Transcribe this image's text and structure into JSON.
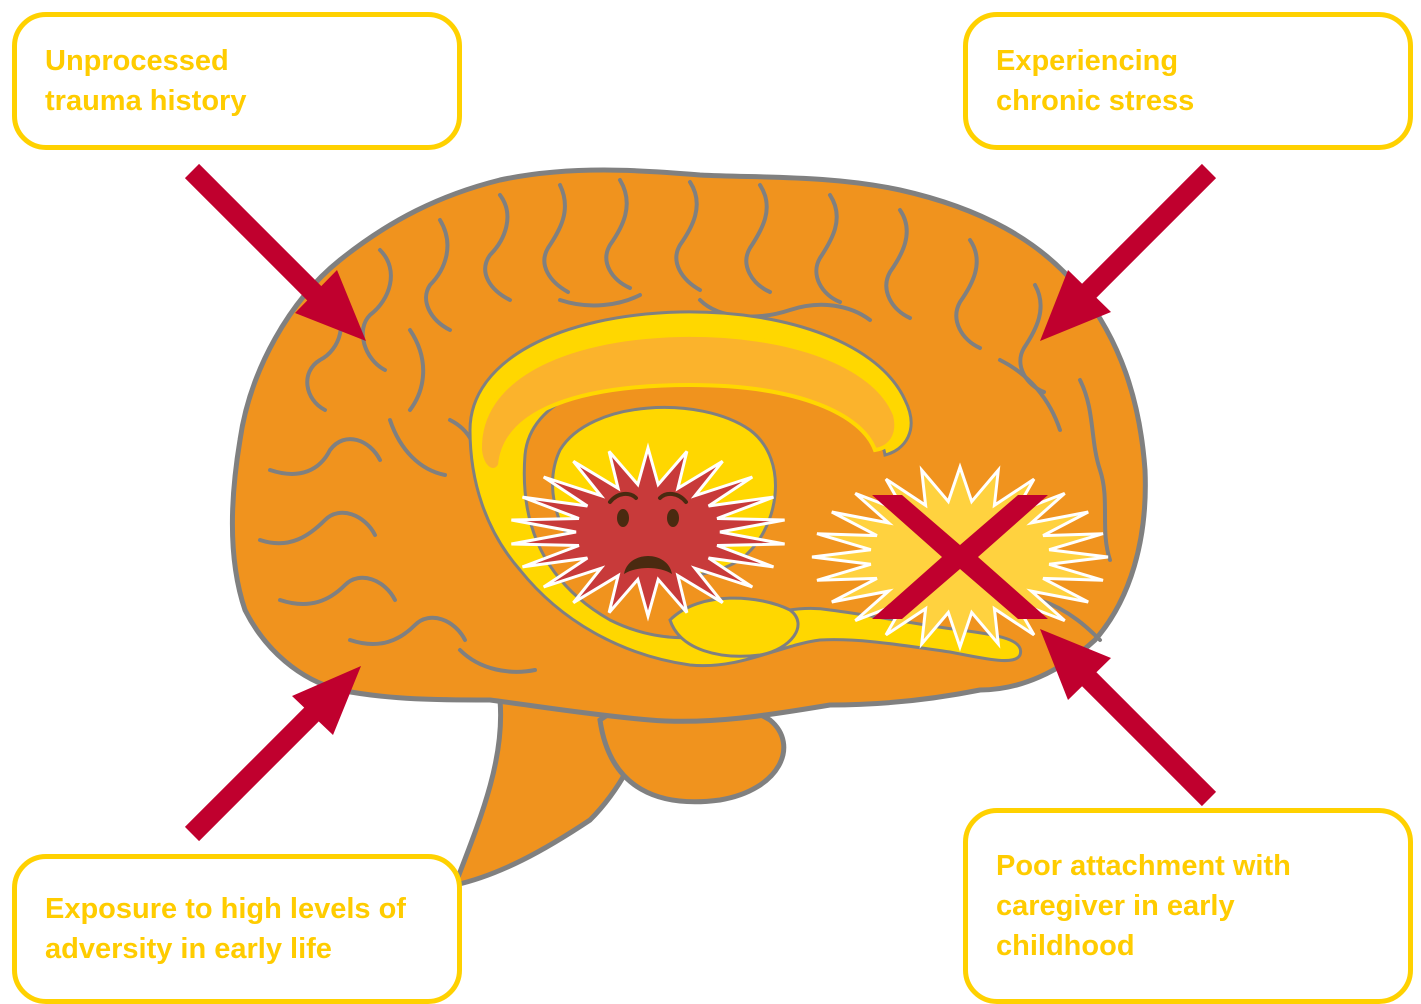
{
  "colors": {
    "box_border": "#FFD100",
    "box_text": "#FFCC00",
    "arrow": "#C0002E",
    "brain_fill": "#F0931E",
    "brain_outline": "#808080",
    "limbic_band": "#FFD700",
    "corpus_callosum": "#FBB32C",
    "amygdala_star": "#C83A3A",
    "face": "#4A2A10",
    "cross": "#C0002E"
  },
  "icons": {
    "brain": "brain-illustration",
    "stressed_region": "angry-starburst-face-icon",
    "impaired_region": "crossed-out-starburst-icon",
    "arrows": "red-arrow-icon"
  },
  "boxes": {
    "top_left": {
      "lines": [
        "Unprocessed",
        "trauma history"
      ]
    },
    "top_right": {
      "lines": [
        "Experiencing",
        "chronic stress"
      ]
    },
    "bottom_left": {
      "lines": [
        "Exposure to high levels of",
        "adversity in early life"
      ]
    },
    "bottom_right": {
      "lines": [
        "Poor attachment with",
        "caregiver in early",
        "childhood"
      ]
    }
  }
}
